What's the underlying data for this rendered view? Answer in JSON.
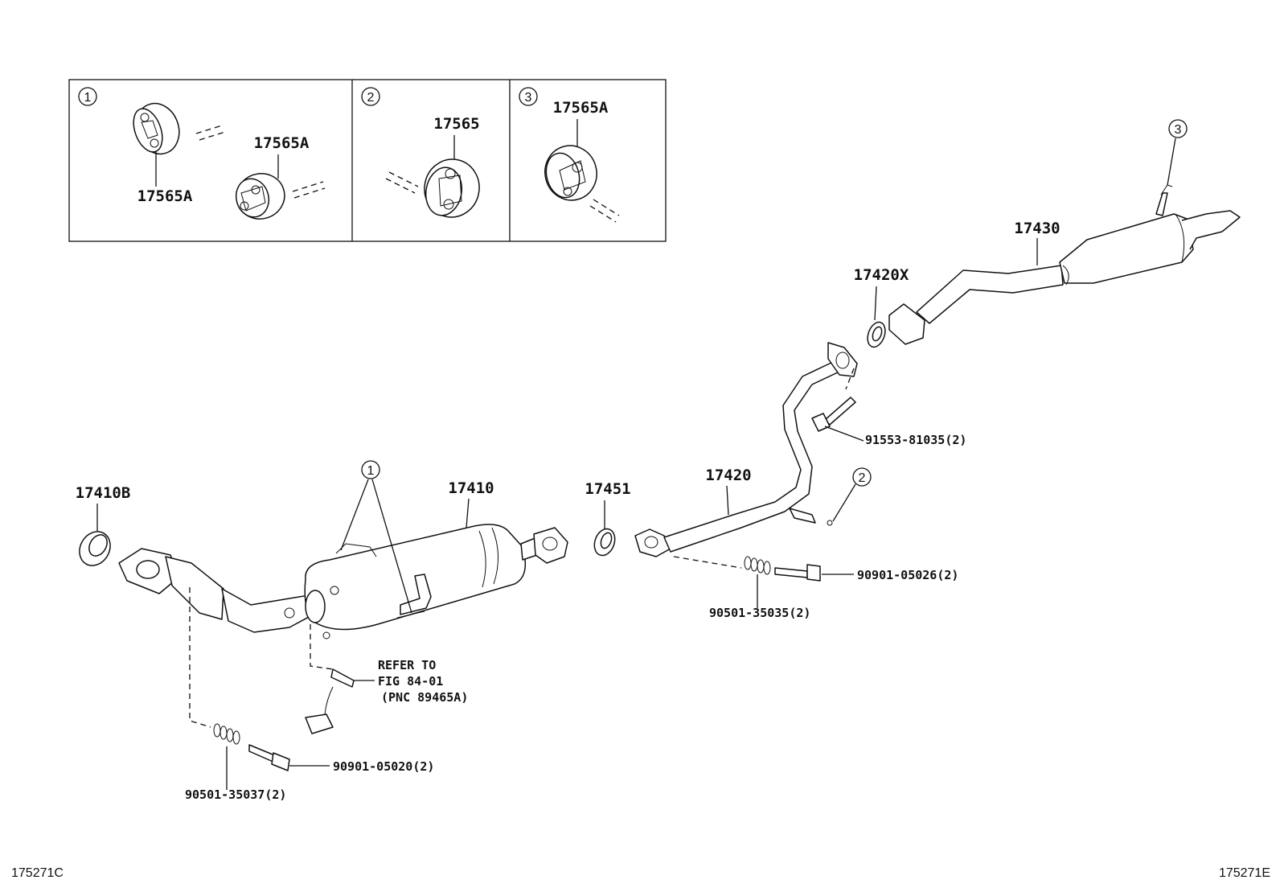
{
  "inset": {
    "panels": [
      {
        "number": "1",
        "labels": [
          "17565A",
          "17565A"
        ]
      },
      {
        "number": "2",
        "labels": [
          "17565"
        ]
      },
      {
        "number": "3",
        "labels": [
          "17565A"
        ]
      }
    ]
  },
  "callouts": [
    "1",
    "2",
    "3"
  ],
  "parts": {
    "p17410B": "17410B",
    "p17410": "17410",
    "p17451": "17451",
    "p17420": "17420",
    "p17420X": "17420X",
    "p17430": "17430",
    "p91553": "91553-81035(2)",
    "p90901_26": "90901-05026(2)",
    "p90501_35": "90501-35035(2)",
    "p90901_20": "90901-05020(2)",
    "p90501_37": "90501-35037(2)"
  },
  "refer": {
    "line1": "REFER TO",
    "line2": "FIG 84-01",
    "line3": "(PNC 89465A)"
  },
  "footer": {
    "left": "175271C",
    "right": "175271E"
  }
}
